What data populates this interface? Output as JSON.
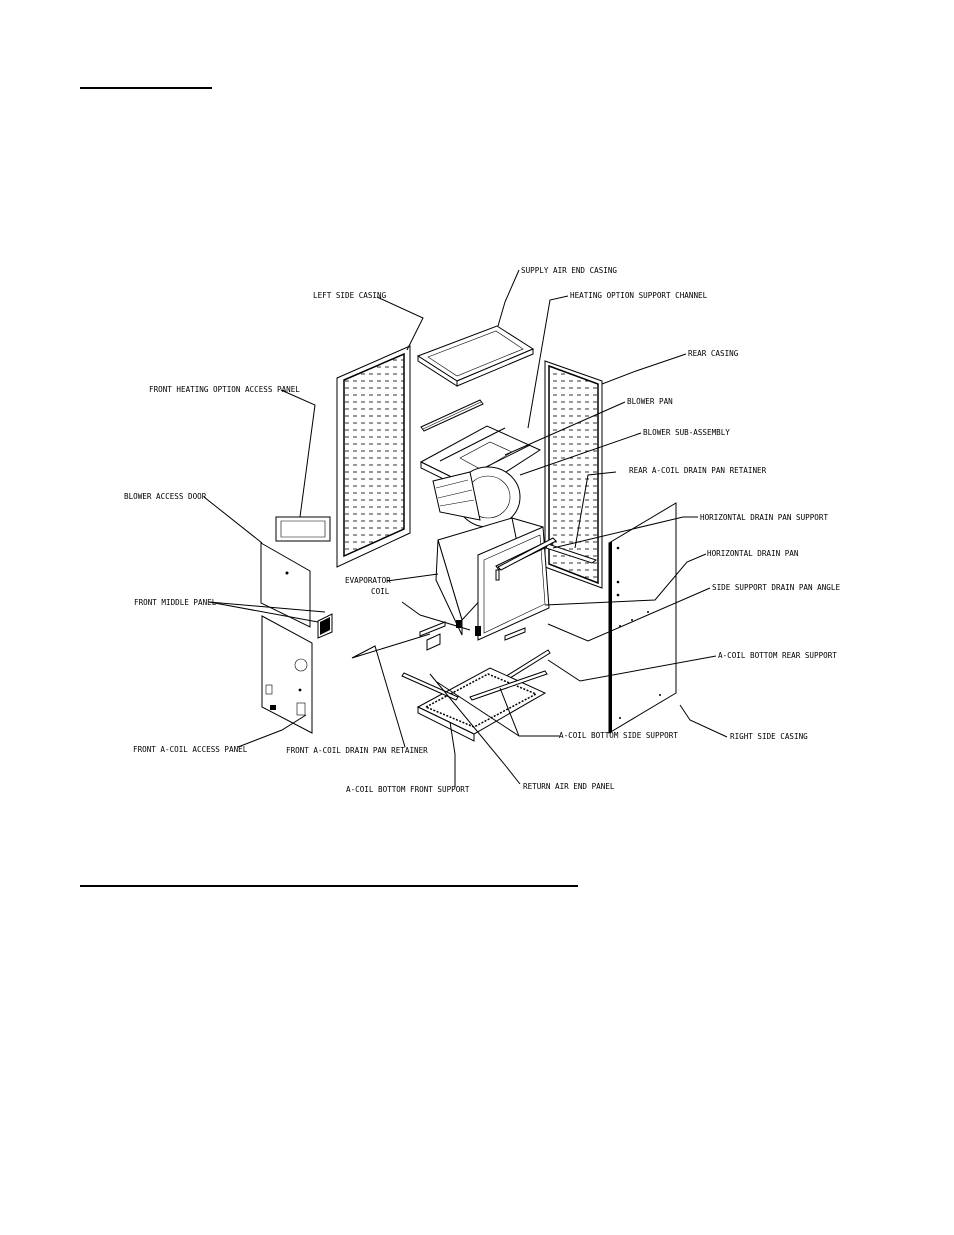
{
  "labels": {
    "supply_air_end_casing": "SUPPLY AIR END CASING",
    "heating_option_support_channel": "HEATING OPTION SUPPORT CHANNEL",
    "left_side_casing": "LEFT SIDE CASING",
    "rear_casing": "REAR CASING",
    "front_heating_option_access_panel": "FRONT HEATING OPTION ACCESS PANEL",
    "blower_pan": "BLOWER PAN",
    "blower_sub_assembly": "BLOWER SUB-ASSEMBLY",
    "rear_a_coil_drain_pan_retainer": "REAR A-COIL DRAIN PAN RETAINER",
    "blower_access_door": "BLOWER ACCESS DOOR",
    "horizontal_drain_pan_support": "HORIZONTAL DRAIN PAN SUPPORT",
    "horizontal_drain_pan": "HORIZONTAL DRAIN PAN",
    "evaporator_coil_line1": "EVAPORATOR",
    "evaporator_coil_line2": "COIL",
    "side_support_drain_pan_angle": "SIDE SUPPORT DRAIN PAN ANGLE",
    "front_middle_panel": "FRONT MIDDLE PANEL",
    "a_coil_bottom_rear_support": "A-COIL BOTTOM REAR SUPPORT",
    "front_a_coil_access_panel": "FRONT A-COIL ACCESS PANEL",
    "front_a_coil_drain_pan_retainer": "FRONT A-COIL DRAIN PAN RETAINER",
    "a_coil_bottom_side_support": "A-COIL BOTTOM SIDE SUPPORT",
    "right_side_casing": "RIGHT SIDE CASING",
    "a_coil_bottom_front_support": "A-COIL BOTTOM FRONT SUPPORT",
    "return_air_end_panel": "RETURN AIR END PANEL"
  }
}
